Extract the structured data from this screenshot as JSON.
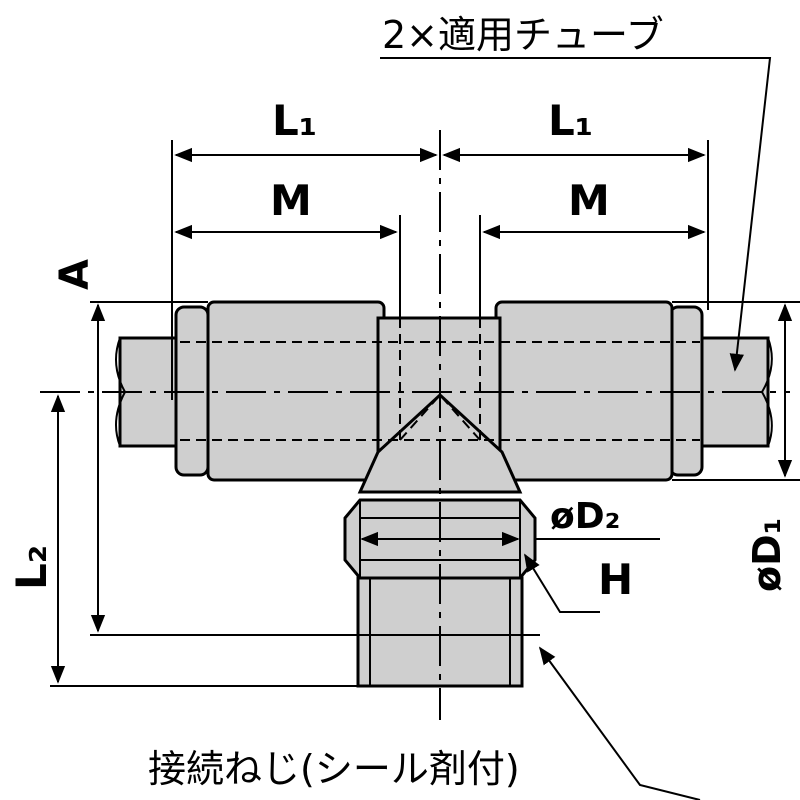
{
  "labels": {
    "tube_note": "2×適用チューブ",
    "l1_left": "L₁",
    "l1_right": "L₁",
    "m_left": "M",
    "m_right": "M",
    "a": "A",
    "l2": "L₂",
    "d2": "øD₂",
    "d1": "øD₁",
    "h": "H",
    "thread_note": "接続ねじ(シール剤付)"
  },
  "colors": {
    "body": "#cfcfcf",
    "line": "#000000",
    "background": "#ffffff"
  }
}
